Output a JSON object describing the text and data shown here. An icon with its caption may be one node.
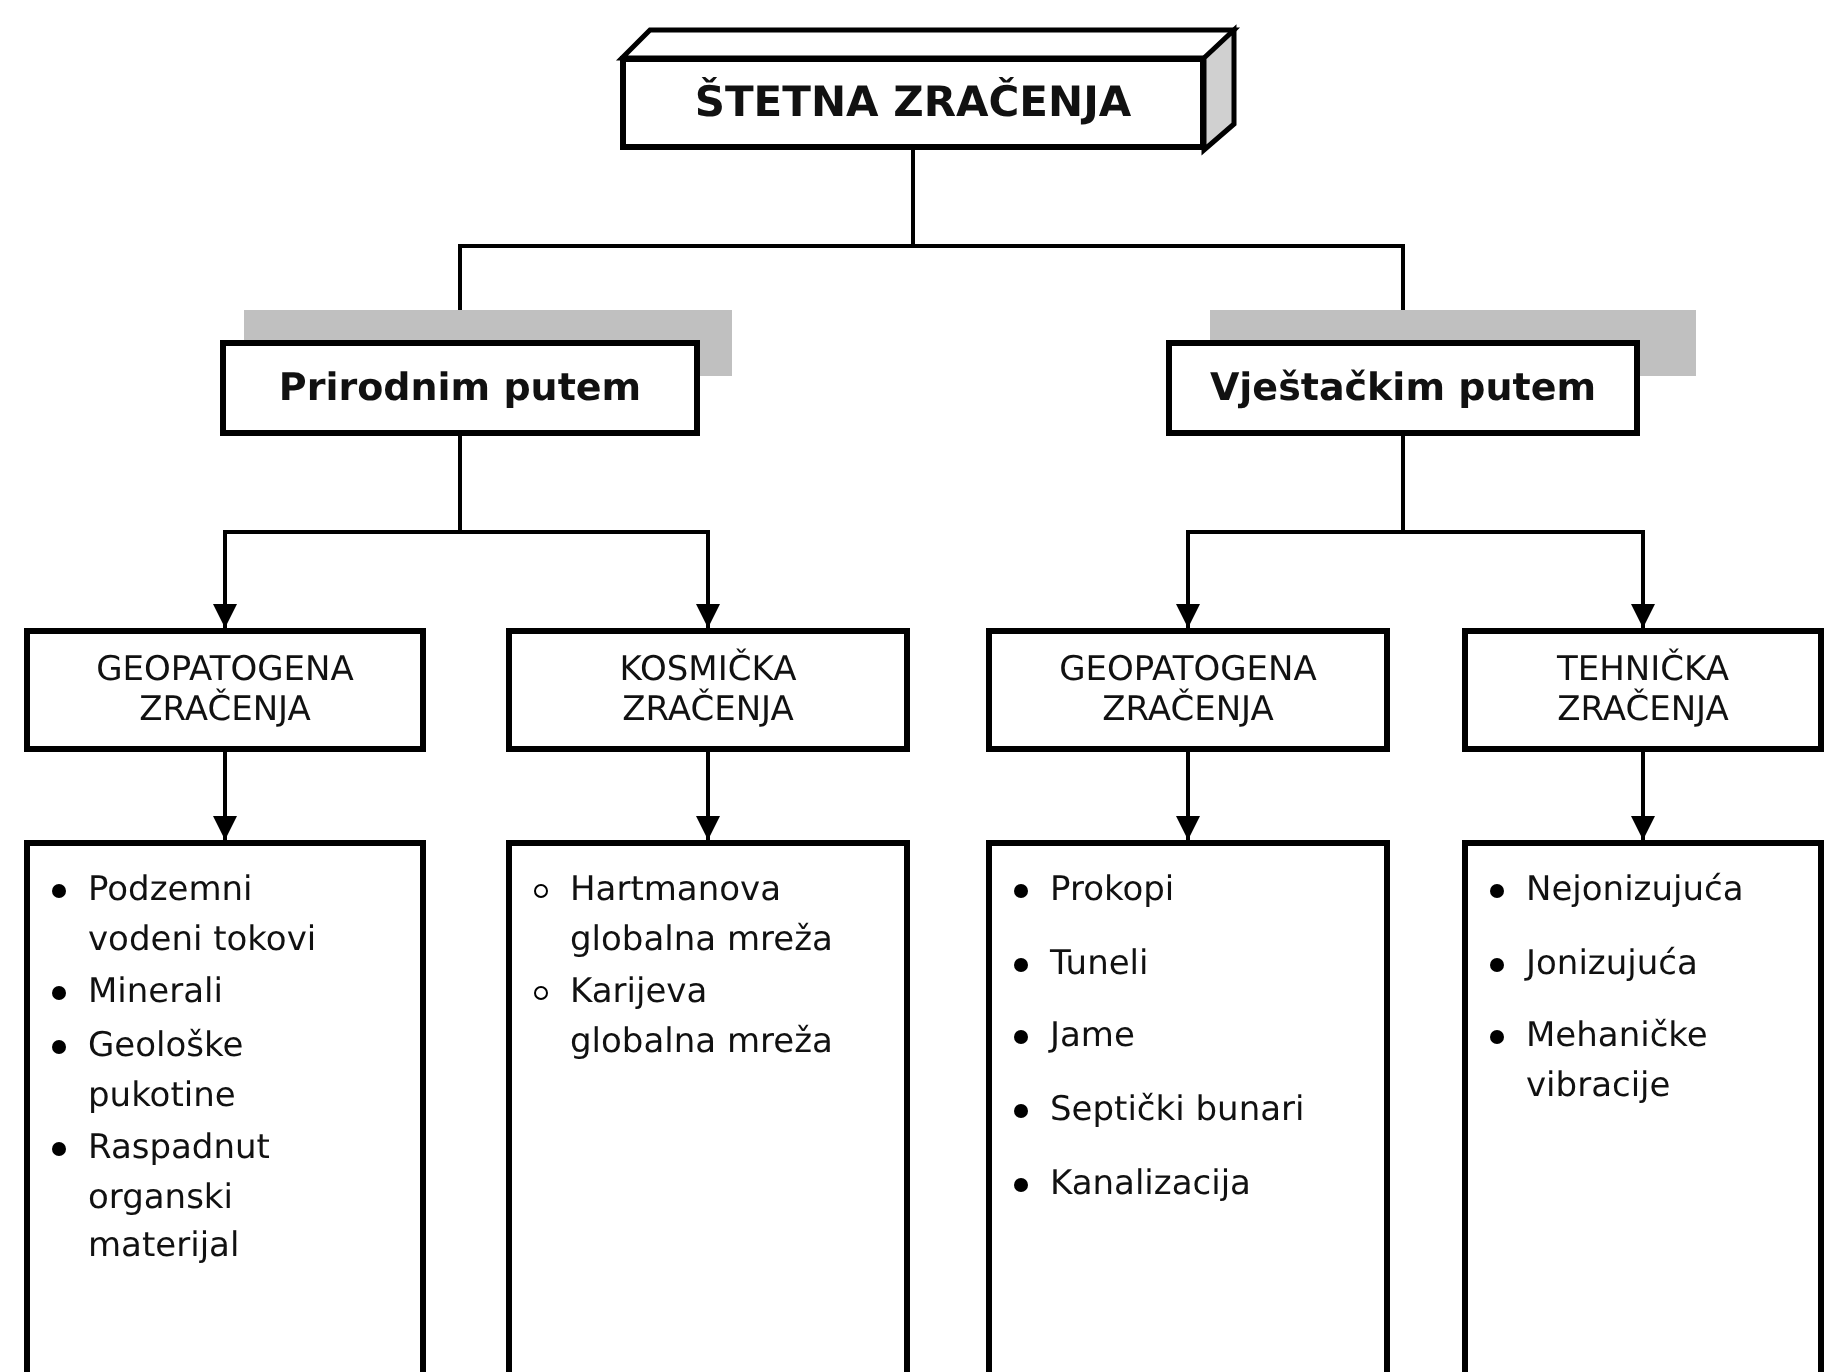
{
  "diagram": {
    "nodes": [
      {
        "text": [
          "ŠTETNA ZRAČENJA"
        ]
      },
      {
        "text": [
          "Prirodnim putem"
        ]
      },
      {
        "text": [
          "Vještačkim putem"
        ]
      },
      {
        "text": [
          "GEOPATOGENA ZRAČENJA"
        ]
      },
      {
        "text": [
          "KOSMIČKA ZRAČENJA"
        ]
      },
      {
        "text": [
          "GEOPATOGENA ZRAČENJA"
        ]
      },
      {
        "text": [
          "TEHNIČKA ZRAČENJA"
        ]
      },
      {
        "text": [
          "Podzemni vodeni tokovi",
          "Minerali",
          "Geološke pukotine",
          "Raspadnut organski materijal"
        ]
      },
      {
        "text": [
          "Hartmanova globalna mreža",
          "Karijeva globalna mreža"
        ]
      },
      {
        "text": [
          "Prokopi",
          "Tuneli",
          "Jame",
          "Septički bunari",
          "Kanalizacija"
        ]
      },
      {
        "text": [
          "Nejonizujuća",
          "Jonizujuća",
          "Mehaničke vibracije"
        ]
      }
    ],
    "edges": [
      {
        "from": 0,
        "to": 1,
        "arrow": "none"
      },
      {
        "from": 0,
        "to": 2,
        "arrow": "none"
      },
      {
        "from": 1,
        "to": 3,
        "arrow": "to"
      },
      {
        "from": 1,
        "to": 4,
        "arrow": "to"
      },
      {
        "from": 2,
        "to": 5,
        "arrow": "to"
      },
      {
        "from": 2,
        "to": 6,
        "arrow": "to"
      },
      {
        "from": 3,
        "to": 7,
        "arrow": "to"
      },
      {
        "from": 4,
        "to": 8,
        "arrow": "to"
      },
      {
        "from": 5,
        "to": 9,
        "arrow": "to"
      },
      {
        "from": 6,
        "to": 10,
        "arrow": "to"
      }
    ]
  }
}
